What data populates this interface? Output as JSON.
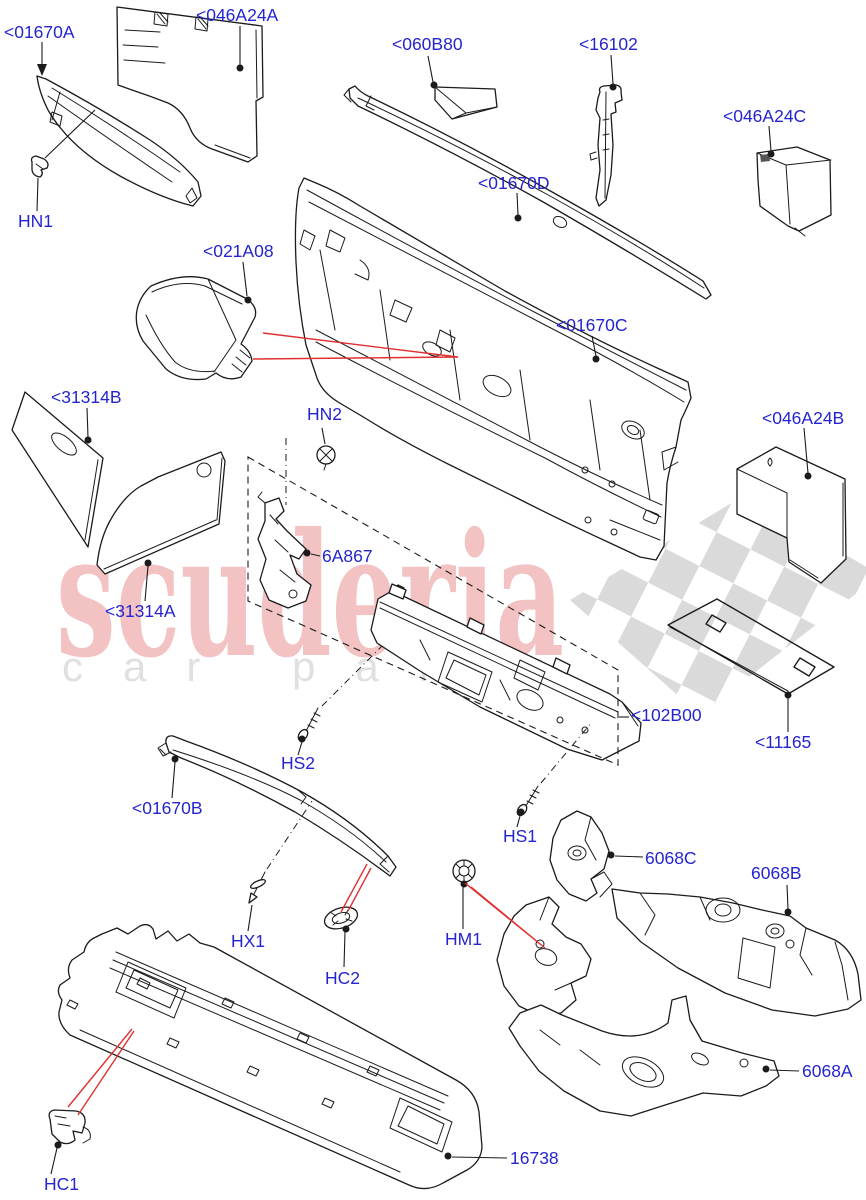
{
  "page": {
    "background": "#ffffff",
    "type": "exploded-parts-diagram",
    "subject": "insulators and sound deadening"
  },
  "colors": {
    "label_blue": "#2424d0",
    "line_black": "#1b1b1b",
    "leader_red": "#e03030",
    "watermark_pink": "#f3c2c2",
    "watermark_gray": "#e0e0e0",
    "checker_gray": "#dadada"
  },
  "watermark": {
    "brand": "scuderia",
    "tagline": "car parts"
  },
  "labels": [
    {
      "id": "01670A",
      "text": "<01670A"
    },
    {
      "id": "046A24A",
      "text": "<046A24A"
    },
    {
      "id": "060B80",
      "text": "<060B80"
    },
    {
      "id": "16102",
      "text": "<16102"
    },
    {
      "id": "046A24C",
      "text": "<046A24C"
    },
    {
      "id": "HN1",
      "text": "HN1"
    },
    {
      "id": "021A08",
      "text": "<021A08"
    },
    {
      "id": "01670D",
      "text": "<01670D"
    },
    {
      "id": "01670C",
      "text": "<01670C"
    },
    {
      "id": "046A24B",
      "text": "<046A24B"
    },
    {
      "id": "31314B",
      "text": "<31314B"
    },
    {
      "id": "HN2",
      "text": "HN2"
    },
    {
      "id": "6A867",
      "text": "6A867"
    },
    {
      "id": "31314A",
      "text": "<31314A"
    },
    {
      "id": "102B00",
      "text": "<102B00"
    },
    {
      "id": "11165",
      "text": "<11165"
    },
    {
      "id": "01670B",
      "text": "<01670B"
    },
    {
      "id": "HS2",
      "text": "HS2"
    },
    {
      "id": "HS1",
      "text": "HS1"
    },
    {
      "id": "6068C",
      "text": "6068C"
    },
    {
      "id": "6068B",
      "text": "6068B"
    },
    {
      "id": "HX1",
      "text": "HX1"
    },
    {
      "id": "HC2",
      "text": "HC2"
    },
    {
      "id": "HM1",
      "text": "HM1"
    },
    {
      "id": "6068A",
      "text": "6068A"
    },
    {
      "id": "HC1",
      "text": "HC1"
    },
    {
      "id": "16738",
      "text": "16738"
    }
  ]
}
